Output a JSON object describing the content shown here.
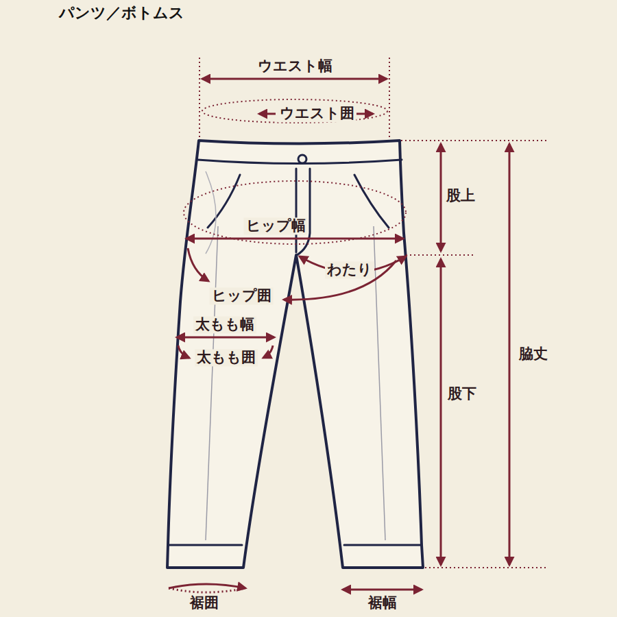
{
  "diagram": {
    "title": "パンツ／ボトムス",
    "labels": [
      "ウエスト幅",
      "ウエスト囲",
      "股上",
      "ヒップ幅",
      "わたり",
      "ヒップ囲",
      "太もも幅",
      "太もも囲",
      "脇丈",
      "股下",
      "裾囲",
      "裾幅"
    ]
  }
}
